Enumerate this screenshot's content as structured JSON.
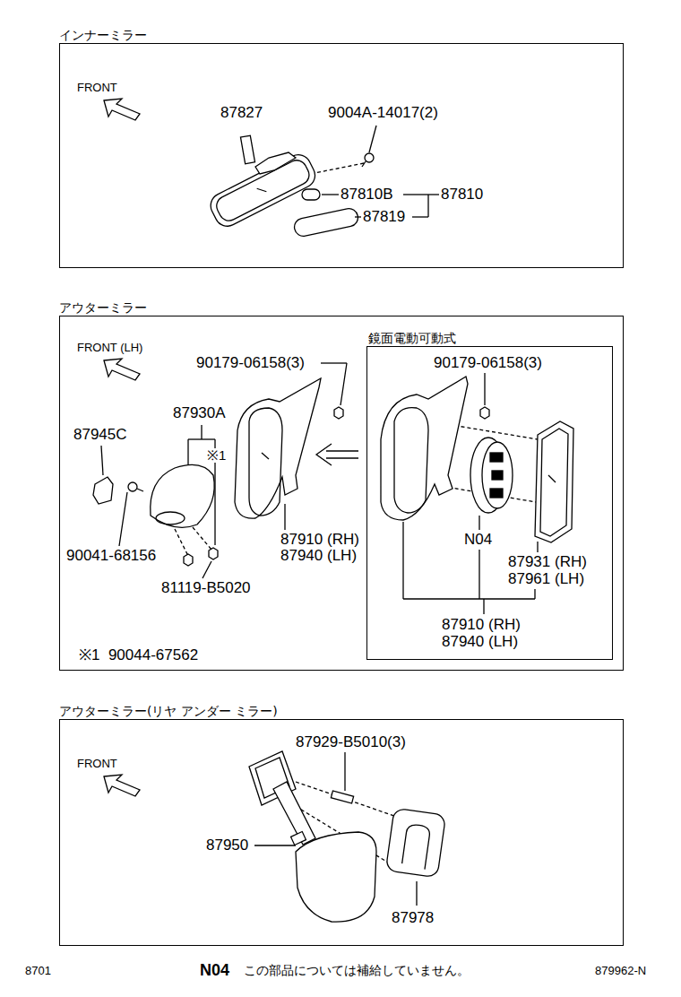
{
  "diagram": {
    "nodes": [
      {
        "text": [
          "インナーミラー"
        ]
      },
      {
        "text": [
          "アウターミラー"
        ]
      },
      {
        "text": [
          "鏡面電動可動式"
        ],
        "in": 1
      },
      {
        "text": [
          "アウターミラー(リヤ アンダー ミラー)"
        ]
      }
    ],
    "labels": [
      "FRONT",
      "87827",
      "9004A-14017(2)",
      "87810B",
      "87810",
      "87819",
      "FRONT (LH)",
      "90179-06158(3)",
      "87930A",
      "87945C",
      "※1",
      "90041-68156",
      "81119-B5020",
      "87910 (RH)",
      "87940 (LH)",
      "※1  90044-67562",
      "90179-06158(3)",
      "N04",
      "87931 (RH)",
      "87961 (LH)",
      "87910 (RH)",
      "87940 (LH)",
      "FRONT",
      "87929-B5010(3)",
      "87950",
      "87978",
      "8701",
      "N04",
      "この部品については補給していません。",
      "879962-N"
    ]
  }
}
